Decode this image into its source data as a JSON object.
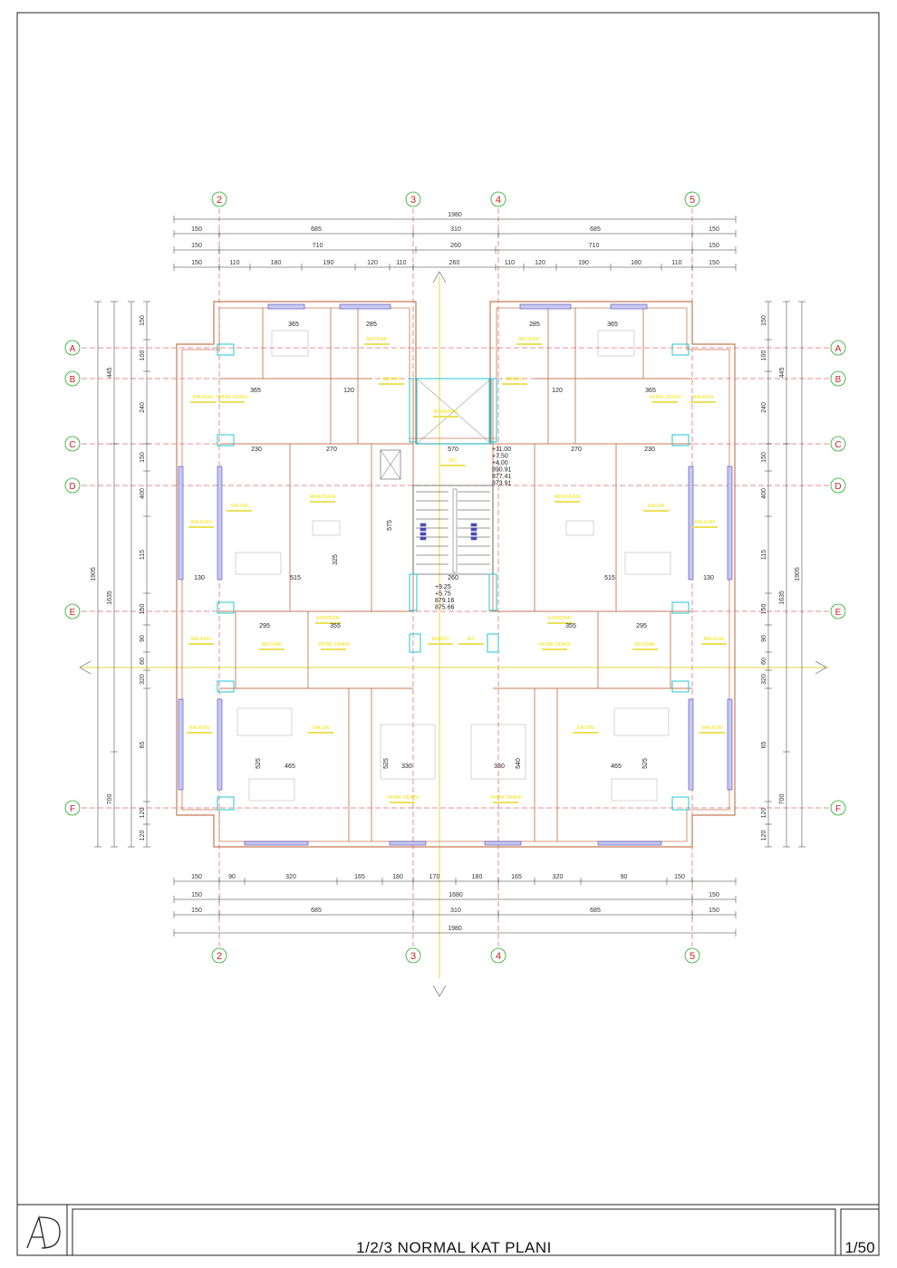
{
  "title_block": {
    "title": "1/2/3 NORMAL KAT PLANI",
    "scale": "1/50",
    "logo": "AD"
  },
  "axes": {
    "columns": [
      "2",
      "3",
      "4",
      "5"
    ],
    "rows": [
      "A",
      "B",
      "C",
      "D",
      "E",
      "F"
    ]
  },
  "dimensions": {
    "top_total": "1980",
    "top_row1": [
      "150",
      "685",
      "310",
      "685",
      "150"
    ],
    "top_row2": [
      "150",
      "710",
      "260",
      "710",
      "150"
    ],
    "top_row3": [
      "150",
      "110",
      "180",
      "190",
      "120",
      "110",
      "260",
      "110",
      "120",
      "190",
      "180",
      "110",
      "150"
    ],
    "bottom_row1": [
      "150",
      "90",
      "320",
      "165",
      "180",
      "170",
      "180",
      "165",
      "320",
      "90",
      "150"
    ],
    "bottom_row2": [
      "150",
      "1680",
      "150"
    ],
    "bottom_row3": [
      "150",
      "685",
      "310",
      "685",
      "150"
    ],
    "bottom_total": "1980",
    "left_outer": "1905",
    "left_mid": [
      "445",
      "1635",
      "700"
    ],
    "left_inner": [
      "150",
      "100",
      "240",
      "150",
      "400",
      "115",
      "150",
      "90",
      "60",
      "320",
      "65",
      "120",
      "120"
    ],
    "right_outer": "1905",
    "right_mid": [
      "445",
      "1635",
      "700"
    ],
    "right_inner": [
      "150",
      "100",
      "240",
      "150",
      "400",
      "115",
      "150",
      "90",
      "60",
      "320",
      "65",
      "120",
      "120"
    ]
  },
  "levels": {
    "upper": [
      "+11.00",
      "+7.50",
      "+4.00",
      "890.91",
      "877.41",
      "873.91"
    ],
    "lower": [
      "+9.25",
      "+5.75",
      "879.16",
      "875.66"
    ]
  },
  "rooms": {
    "salon": "SALON",
    "balkon": "BALKON",
    "yatak_odasi": "YATAK ODASI",
    "mutfak": "MUTFAK",
    "banyo": "BANYO",
    "wc": "WC",
    "merdiven": "MERDİVEN",
    "koridor": "KORİDOR",
    "asansor": "ASANSÖR"
  },
  "interior_dims": [
    "365",
    "285",
    "285",
    "365",
    "365",
    "120",
    "120",
    "365",
    "270",
    "570",
    "270",
    "230",
    "230",
    "515",
    "325",
    "575",
    "515",
    "130",
    "260",
    "130",
    "295",
    "355",
    "355",
    "295",
    "465",
    "330",
    "330",
    "465",
    "525",
    "525",
    "540",
    "525"
  ],
  "colors": {
    "axis": "#cc2222",
    "wall": "#c77a55",
    "note": "#f2e300",
    "window": "#4a4ab8",
    "cyan": "#22c6d6",
    "dim": "#333333"
  }
}
